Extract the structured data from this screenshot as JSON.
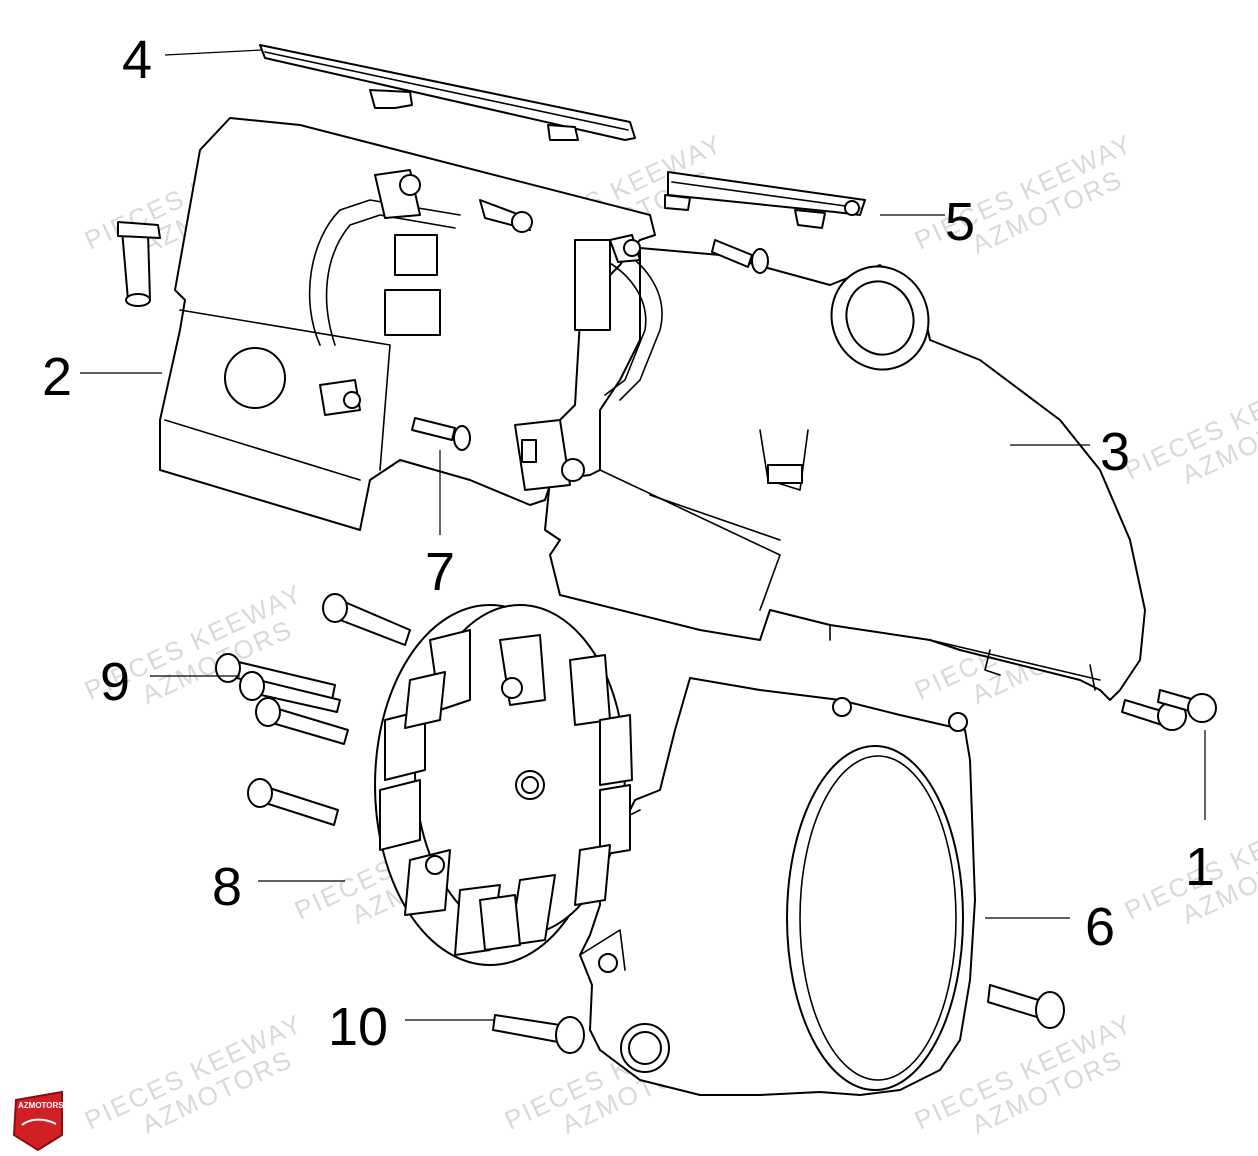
{
  "watermark": {
    "line1": "PIECES KEEWAY",
    "line2": "AZMOTORS"
  },
  "logo": {
    "text": "AZMOTORS",
    "color": "#d11f26"
  },
  "callouts": [
    {
      "id": "callout-1",
      "label": "1"
    },
    {
      "id": "callout-2",
      "label": "2"
    },
    {
      "id": "callout-3",
      "label": "3"
    },
    {
      "id": "callout-4",
      "label": "4"
    },
    {
      "id": "callout-5",
      "label": "5"
    },
    {
      "id": "callout-6",
      "label": "6"
    },
    {
      "id": "callout-7",
      "label": "7"
    },
    {
      "id": "callout-8",
      "label": "8"
    },
    {
      "id": "callout-9",
      "label": "9"
    },
    {
      "id": "callout-10",
      "label": "10"
    }
  ]
}
